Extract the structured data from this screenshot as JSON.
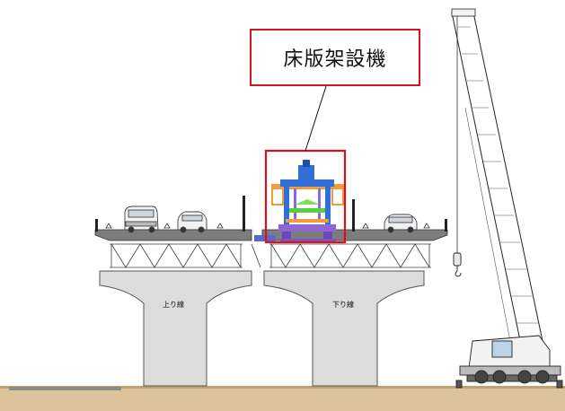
{
  "callout": {
    "label": "床版架設機",
    "border_color": "#d0161c"
  },
  "piers": [
    {
      "label": "上り線"
    },
    {
      "label": "下り線"
    }
  ],
  "colors": {
    "highlight": "#e0101a",
    "machine_blue": "#2f6fd6",
    "machine_orange": "#f39a3c",
    "machine_green": "#55d13a",
    "machine_purple": "#8f67d4",
    "ground": "#d9b98a"
  },
  "icons": [
    "car-icon",
    "van-icon",
    "crane-icon",
    "hook-icon",
    "traffic-cone-icon"
  ]
}
